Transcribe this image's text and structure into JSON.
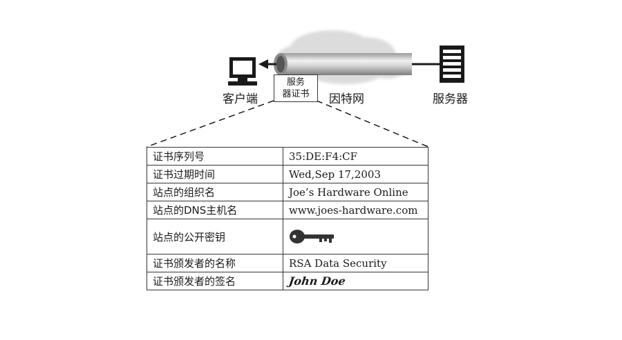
{
  "labels": {
    "client": "客户端",
    "internet": "因特网",
    "server": "服务器",
    "cert_line1": "服务",
    "cert_line2": "器证书"
  },
  "rows": [
    {
      "field": "证书序列号",
      "value": "35:DE:F4:CF"
    },
    {
      "field": "证书过期时间",
      "value": "Wed,Sep 17,2003"
    },
    {
      "field": "站点的组织名",
      "value": "Joe’s Hardware Online"
    },
    {
      "field": "站点的DNS主机名",
      "value": "www.joes-hardware.com"
    },
    {
      "field": "站点的公开密钥",
      "value_icon": "key-icon"
    },
    {
      "field": "证书颁发者的名称",
      "value": "RSA Data Security"
    },
    {
      "field": "证书颁发者的签名",
      "value_signature": "John Doe"
    }
  ],
  "colors": {
    "ink": "#1a1a1a",
    "cloud": "#d9d9d9",
    "tube": "#bfbfbf"
  }
}
